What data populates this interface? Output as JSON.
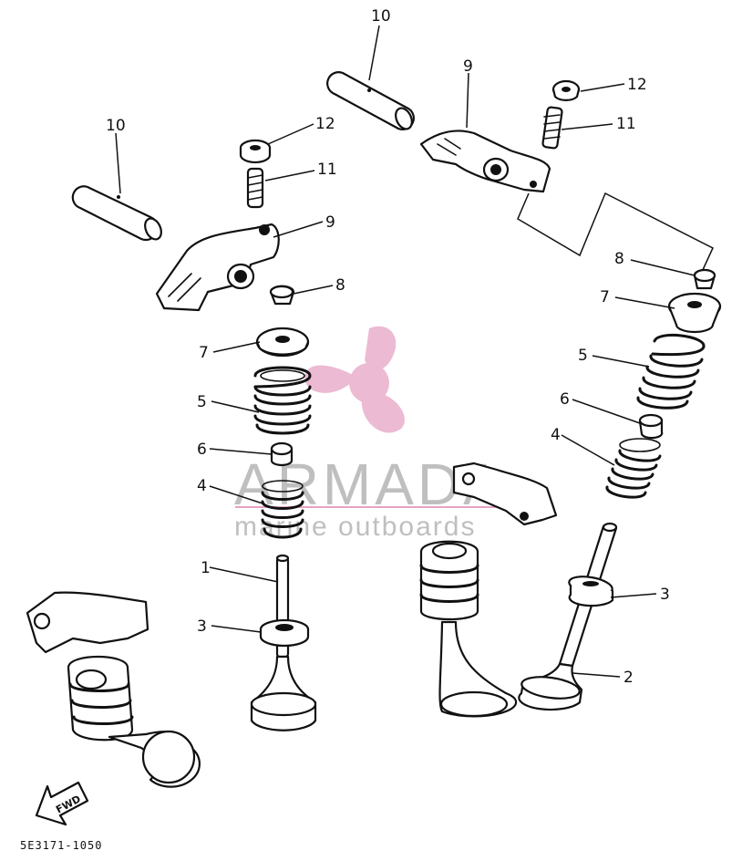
{
  "diagram": {
    "part_code": "5E3171-1050",
    "fwd_label": "FWD",
    "callouts": {
      "c10_left": "10",
      "c10_right": "10",
      "c9_left": "9",
      "c9_right": "9",
      "c12_left": "12",
      "c12_right": "12",
      "c11_left": "11",
      "c11_right": "11",
      "c8_left": "8",
      "c8_right": "8",
      "c7_left": "7",
      "c7_right": "7",
      "c5_left": "5",
      "c5_right": "5",
      "c6_left": "6",
      "c6_right": "6",
      "c4_left": "4",
      "c4_right": "4",
      "c1": "1",
      "c3_left": "3",
      "c3_right": "3",
      "c2": "2"
    }
  },
  "watermark": {
    "brand": "ARMADA",
    "tagline": "marine outboards",
    "logo_color": "#e6a3c4"
  }
}
